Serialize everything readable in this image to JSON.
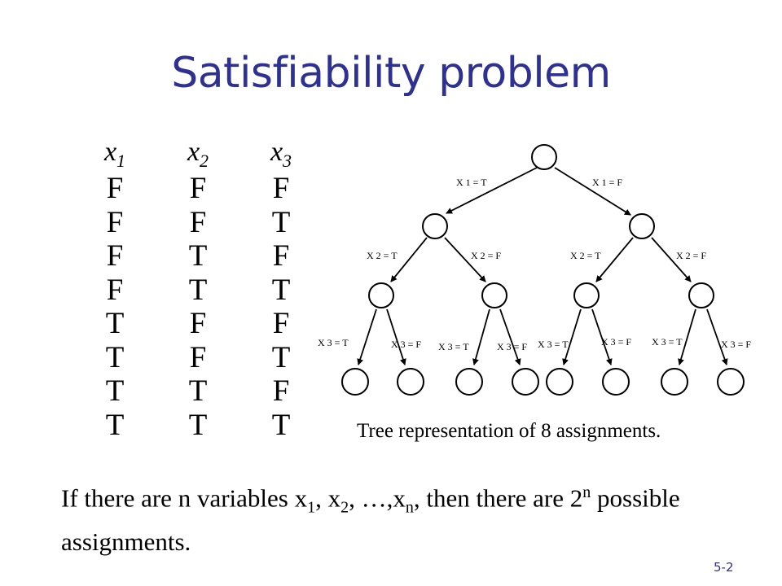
{
  "slide": {
    "title": "Satisfiability problem",
    "page_number": "5-2"
  },
  "truth_table": {
    "columns": [
      {
        "var": "x",
        "index": "1"
      },
      {
        "var": "x",
        "index": "2"
      },
      {
        "var": "x",
        "index": "3"
      }
    ],
    "rows": [
      [
        "F",
        "F",
        "F"
      ],
      [
        "F",
        "F",
        "T"
      ],
      [
        "F",
        "T",
        "F"
      ],
      [
        "F",
        "T",
        "T"
      ],
      [
        "T",
        "F",
        "F"
      ],
      [
        "T",
        "F",
        "T"
      ],
      [
        "T",
        "T",
        "F"
      ],
      [
        "T",
        "T",
        "T"
      ]
    ]
  },
  "tree": {
    "caption": "Tree representation of 8 assignments.",
    "edges": {
      "x1_true": "X 1 = T",
      "x1_false": "X 1 = F",
      "x2_true_left": "X 2 = T",
      "x2_false_left": "X 2 = F",
      "x2_true_right": "X 2 = T",
      "x2_false_right": "X 2 = F",
      "x3_true_1": "X 3 = T",
      "x3_false_1": "X 3 = F",
      "x3_true_2": "X 3 = T",
      "x3_false_2": "X 3 = F",
      "x3_true_3": "X 3 = T",
      "x3_false_3": "X 3 = F",
      "x3_true_4": "X 3 = T",
      "x3_false_4": "X 3 = F"
    }
  },
  "statement": {
    "prefix": "If there are n variables ",
    "var": "x",
    "sub1": "1",
    "sep1": ", ",
    "sub2": "2",
    "sep2": ", …,",
    "subn": "n",
    "middle": ", then there are 2",
    "exponent": "n",
    "suffix": " possible assignments."
  }
}
